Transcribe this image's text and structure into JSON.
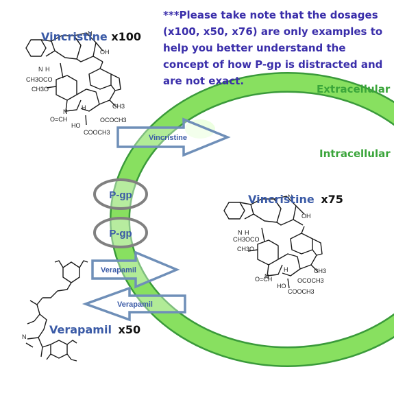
{
  "note": "***Please take note that the dosages (x100, x50, x76) are only examples to help you better understand the concept of how P-gp is distracted and are not exact.",
  "molecules": {
    "vincristine_outside": {
      "name": "Vincristine",
      "dose": "x100"
    },
    "vincristine_inside": {
      "name": "Vincristine",
      "dose": "x75"
    },
    "verapamil": {
      "name": "Verapamil",
      "dose": "x50"
    }
  },
  "regions": {
    "extracellular": "Extracellular",
    "intracellular": "Intracellular"
  },
  "transporters": [
    {
      "label": "P-gp"
    },
    {
      "label": "P-gp"
    }
  ],
  "arrows": {
    "vincristine_in": "Vincristine",
    "verapamil_in": "Verapamil",
    "verapamil_out": "Verapamil"
  },
  "structure_labels": {
    "oh": "OH",
    "n": "N",
    "h": "H",
    "ch3": "CH3",
    "ch3oco": "CH3OCO",
    "ch3o": "CH3O",
    "och": "O=CH",
    "ho": "HO",
    "cooch3": "COOCH3",
    "ococh3": "OCOCH3"
  },
  "colors": {
    "note": "#3a2eaa",
    "membrane_fill": "#88e060",
    "membrane_stroke": "#3a9a3a",
    "region_label": "#3aa53a",
    "molecule_name": "#3a5aa6",
    "arrow_stroke": "#6f8fb8",
    "pgp_stroke": "#808080"
  }
}
